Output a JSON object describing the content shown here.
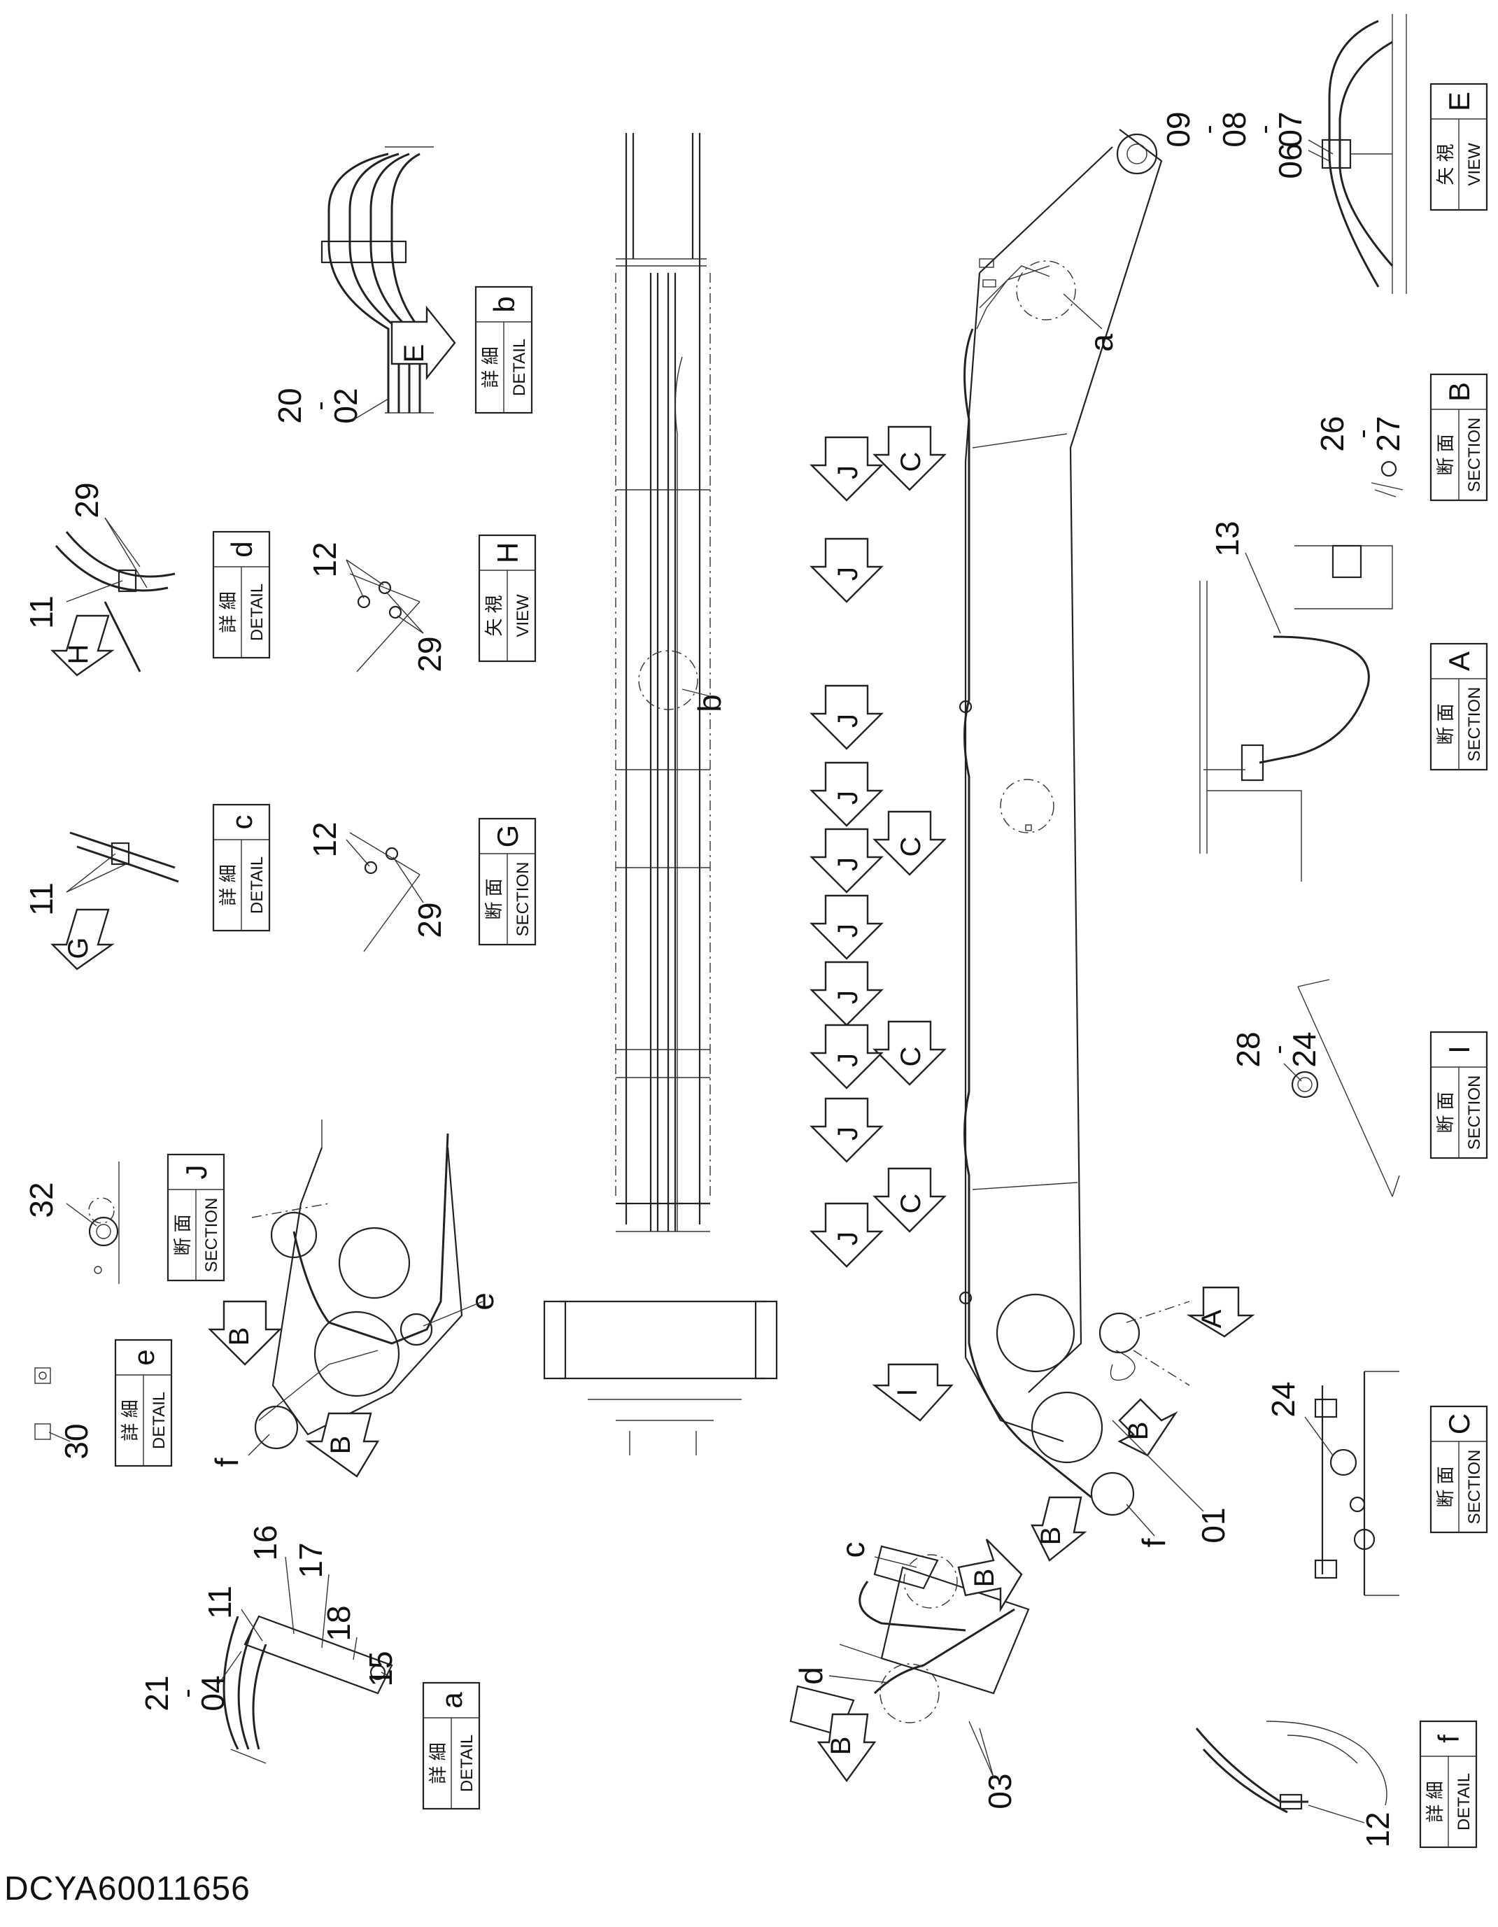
{
  "document_id": "DCYA60011656",
  "callouts": {
    "c09_07": [
      "09",
      "-",
      "08",
      "-",
      "07"
    ],
    "c06": "06",
    "c20_02": [
      "20",
      "-",
      "02"
    ],
    "c29_d": "29",
    "c11_d": "11",
    "c12_h": "12",
    "c29_h": "29",
    "c11_c": "11",
    "c12_g": "12",
    "c29_g": "29",
    "c32": "32",
    "c30": "30",
    "c16": "16",
    "c17": "17",
    "c11_a": "11",
    "c18": "18",
    "c21_04": [
      "21",
      "-",
      "04"
    ],
    "c15": "15",
    "c13": "13",
    "c26_27": [
      "26",
      "-",
      "27"
    ],
    "c28_24": [
      "28",
      "-",
      "24"
    ],
    "c24": "24",
    "c01": "01",
    "c03": "03",
    "c12_f": "12",
    "lbl_a": "a",
    "lbl_b": "b",
    "lbl_c": "c",
    "lbl_d": "d",
    "lbl_e": "e",
    "lbl_f1": "f",
    "lbl_f2": "f"
  },
  "label_boxes": {
    "detail_b": {
      "kanji": "詳 細",
      "english": "DETAIL",
      "letter": "b"
    },
    "view_e": {
      "kanji": "矢 視",
      "english": "VIEW",
      "letter": "E"
    },
    "detail_d": {
      "kanji": "詳 細",
      "english": "DETAIL",
      "letter": "d"
    },
    "view_h": {
      "kanji": "矢 視",
      "english": "VIEW",
      "letter": "H"
    },
    "section_b": {
      "kanji": "断 面",
      "english": "SECTION",
      "letter": "B"
    },
    "detail_c": {
      "kanji": "詳 細",
      "english": "DETAIL",
      "letter": "c"
    },
    "section_g": {
      "kanji": "断 面",
      "english": "SECTION",
      "letter": "G"
    },
    "section_a": {
      "kanji": "断 面",
      "english": "SECTION",
      "letter": "A"
    },
    "section_j": {
      "kanji": "断 面",
      "english": "SECTION",
      "letter": "J"
    },
    "section_i": {
      "kanji": "断 面",
      "english": "SECTION",
      "letter": "I"
    },
    "detail_e": {
      "kanji": "詳 細",
      "english": "DETAIL",
      "letter": "e"
    },
    "section_c": {
      "kanji": "断 面",
      "english": "SECTION",
      "letter": "C"
    },
    "detail_a": {
      "kanji": "詳 細",
      "english": "DETAIL",
      "letter": "a"
    },
    "detail_f": {
      "kanji": "詳 細",
      "english": "DETAIL",
      "letter": "f"
    }
  },
  "arrow_letters": {
    "E": "E",
    "H": "H",
    "G": "G",
    "C": "C",
    "J": "J",
    "I": "I",
    "A": "A",
    "B": "B"
  }
}
